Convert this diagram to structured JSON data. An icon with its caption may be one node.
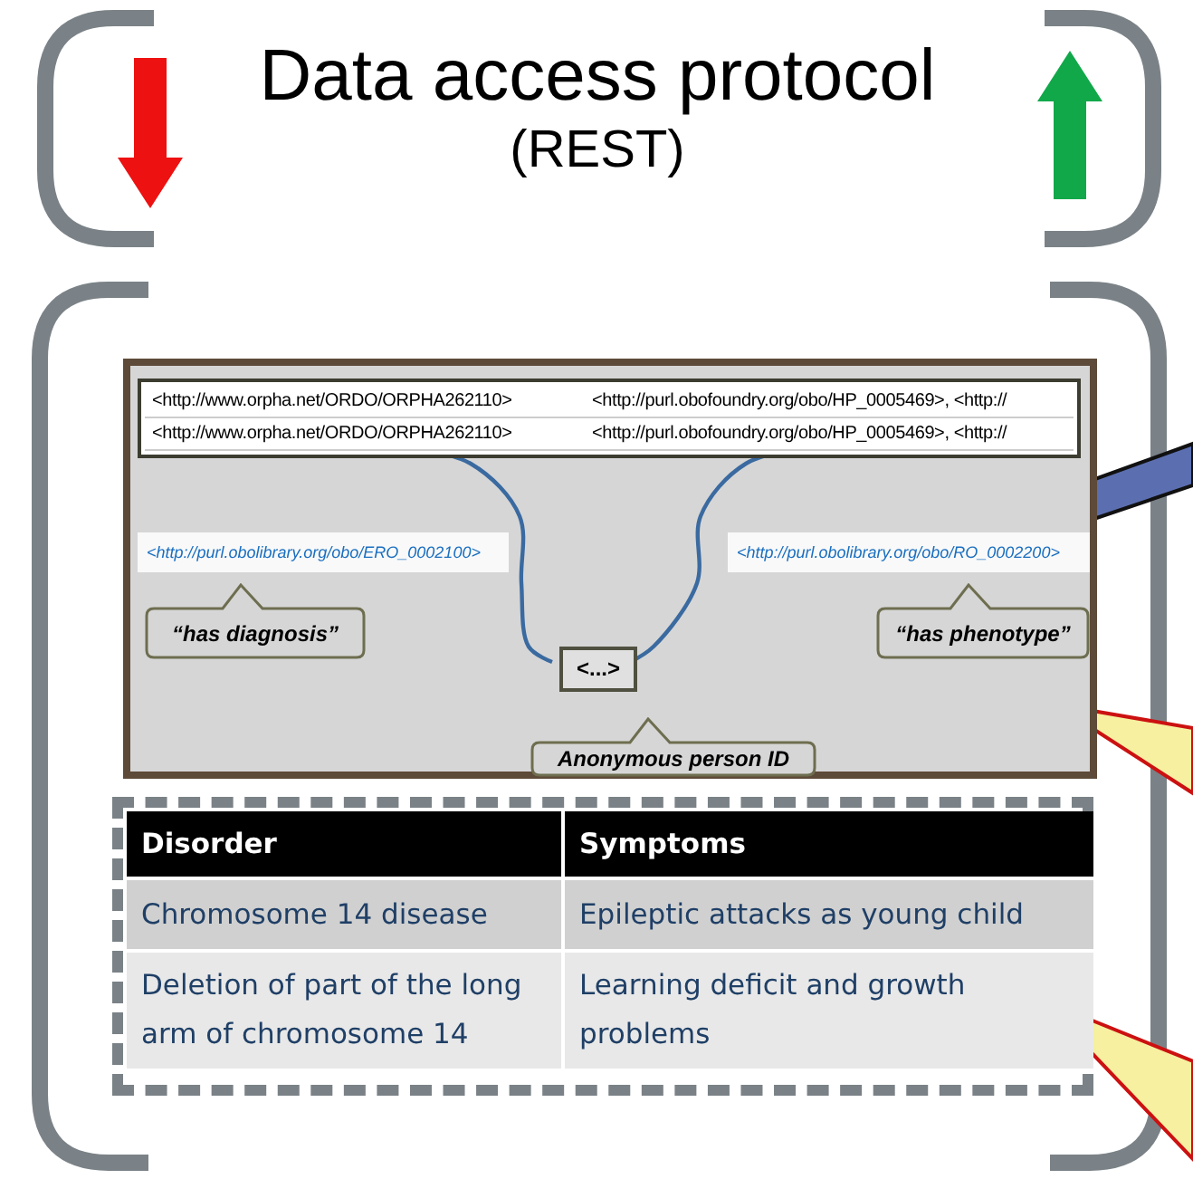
{
  "diagram": {
    "nodes": [
      {
        "text": [
          "Data access protocol",
          "(REST)"
        ]
      },
      {
        "text": [],
        "shape": "box"
      },
      {
        "text": [
          "<http://www.orpha.net/ORDO/ORPHA262110>"
        ],
        "in": 1
      },
      {
        "text": [
          "<http://purl.obofoundry.org/obo/HP_0005469>, <http://"
        ],
        "in": 1
      },
      {
        "text": [
          "<http://www.orpha.net/ORDO/ORPHA262110>"
        ],
        "in": 1
      },
      {
        "text": [
          "<http://purl.obofoundry.org/obo/HP_0005469>, <http://"
        ],
        "in": 1
      },
      {
        "text": [
          "<http://purl.obolibrary.org/obo/ERO_0002100>"
        ],
        "in": 1
      },
      {
        "text": [
          "<http://purl.obolibrary.org/obo/RO_0002200>"
        ],
        "in": 1
      },
      {
        "text": [
          "“has diagnosis”"
        ],
        "in": 1
      },
      {
        "text": [
          "“has phenotype”"
        ],
        "in": 1
      },
      {
        "text": [
          "<...>"
        ],
        "in": 1
      },
      {
        "text": [
          "Anonymous person ID"
        ],
        "in": 1
      },
      {
        "text": [],
        "shape": "box"
      }
    ],
    "edges": [
      {
        "from": 10,
        "to": 4,
        "arrow": "none"
      },
      {
        "from": 10,
        "to": 5,
        "arrow": "none"
      }
    ],
    "labels": [
      "Disorder",
      "Symptoms",
      "Chromosome 14 disease",
      "Epileptic attacks as young child",
      "Deletion of part of the long arm of chromosome 14",
      "Learning deficit and growth problems"
    ]
  }
}
